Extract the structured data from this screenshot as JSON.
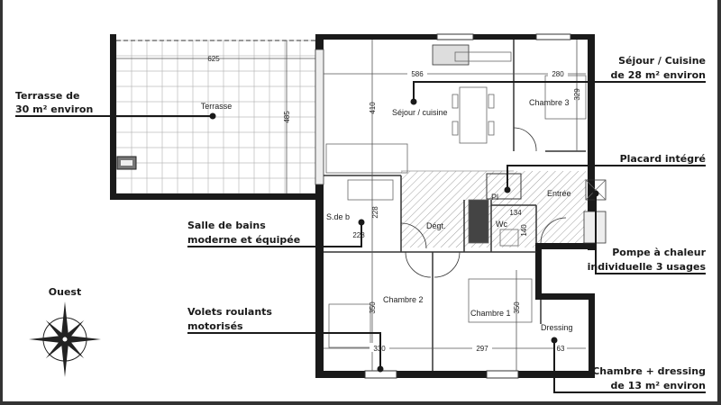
{
  "plan": {
    "rooms": {
      "terrasse": "Terrasse",
      "sejour": "Séjour / cuisine",
      "chambre3": "Chambre 3",
      "placard": "Pl",
      "entree": "Entrée",
      "sdb": "S.de b",
      "degt": "Dégt.",
      "wc": "Wc",
      "chambre2": "Chambre 2",
      "chambre1": "Chambre 1",
      "dressing": "Dressing"
    },
    "dimensions": {
      "terrasse_w": "625",
      "terrasse_h": "485",
      "sejour_w": "586",
      "sejour_h": "410",
      "chambre3_w": "280",
      "chambre3_h": "329",
      "sdb_h": "228",
      "sdb_w": "228",
      "wc_w": "134",
      "wc_h": "140",
      "chambre2_h": "350",
      "chambre1_h": "350",
      "chambre2_w": "330",
      "chambre1_w": "297",
      "dressing_w": "63"
    }
  },
  "callouts": {
    "terrasse": [
      "Terrasse de",
      "30 m² environ"
    ],
    "sdb": [
      "Salle de bains",
      "moderne et équipée"
    ],
    "volets": [
      "Volets roulants",
      "motorisés"
    ],
    "sejour": [
      "Séjour / Cuisine",
      "de 28 m² environ"
    ],
    "placard": [
      "Placard intégré"
    ],
    "pompe": [
      "Pompe à chaleur",
      "individuelle 3 usages"
    ],
    "chambre": [
      "Chambre + dressing",
      "de 13 m² environ"
    ]
  },
  "compass": {
    "label": "Ouest",
    "icon": "compass-rose-icon"
  },
  "colors": {
    "ink": "#1a1a1a",
    "frame": "#333333",
    "hatch": "#9a9a9a"
  }
}
